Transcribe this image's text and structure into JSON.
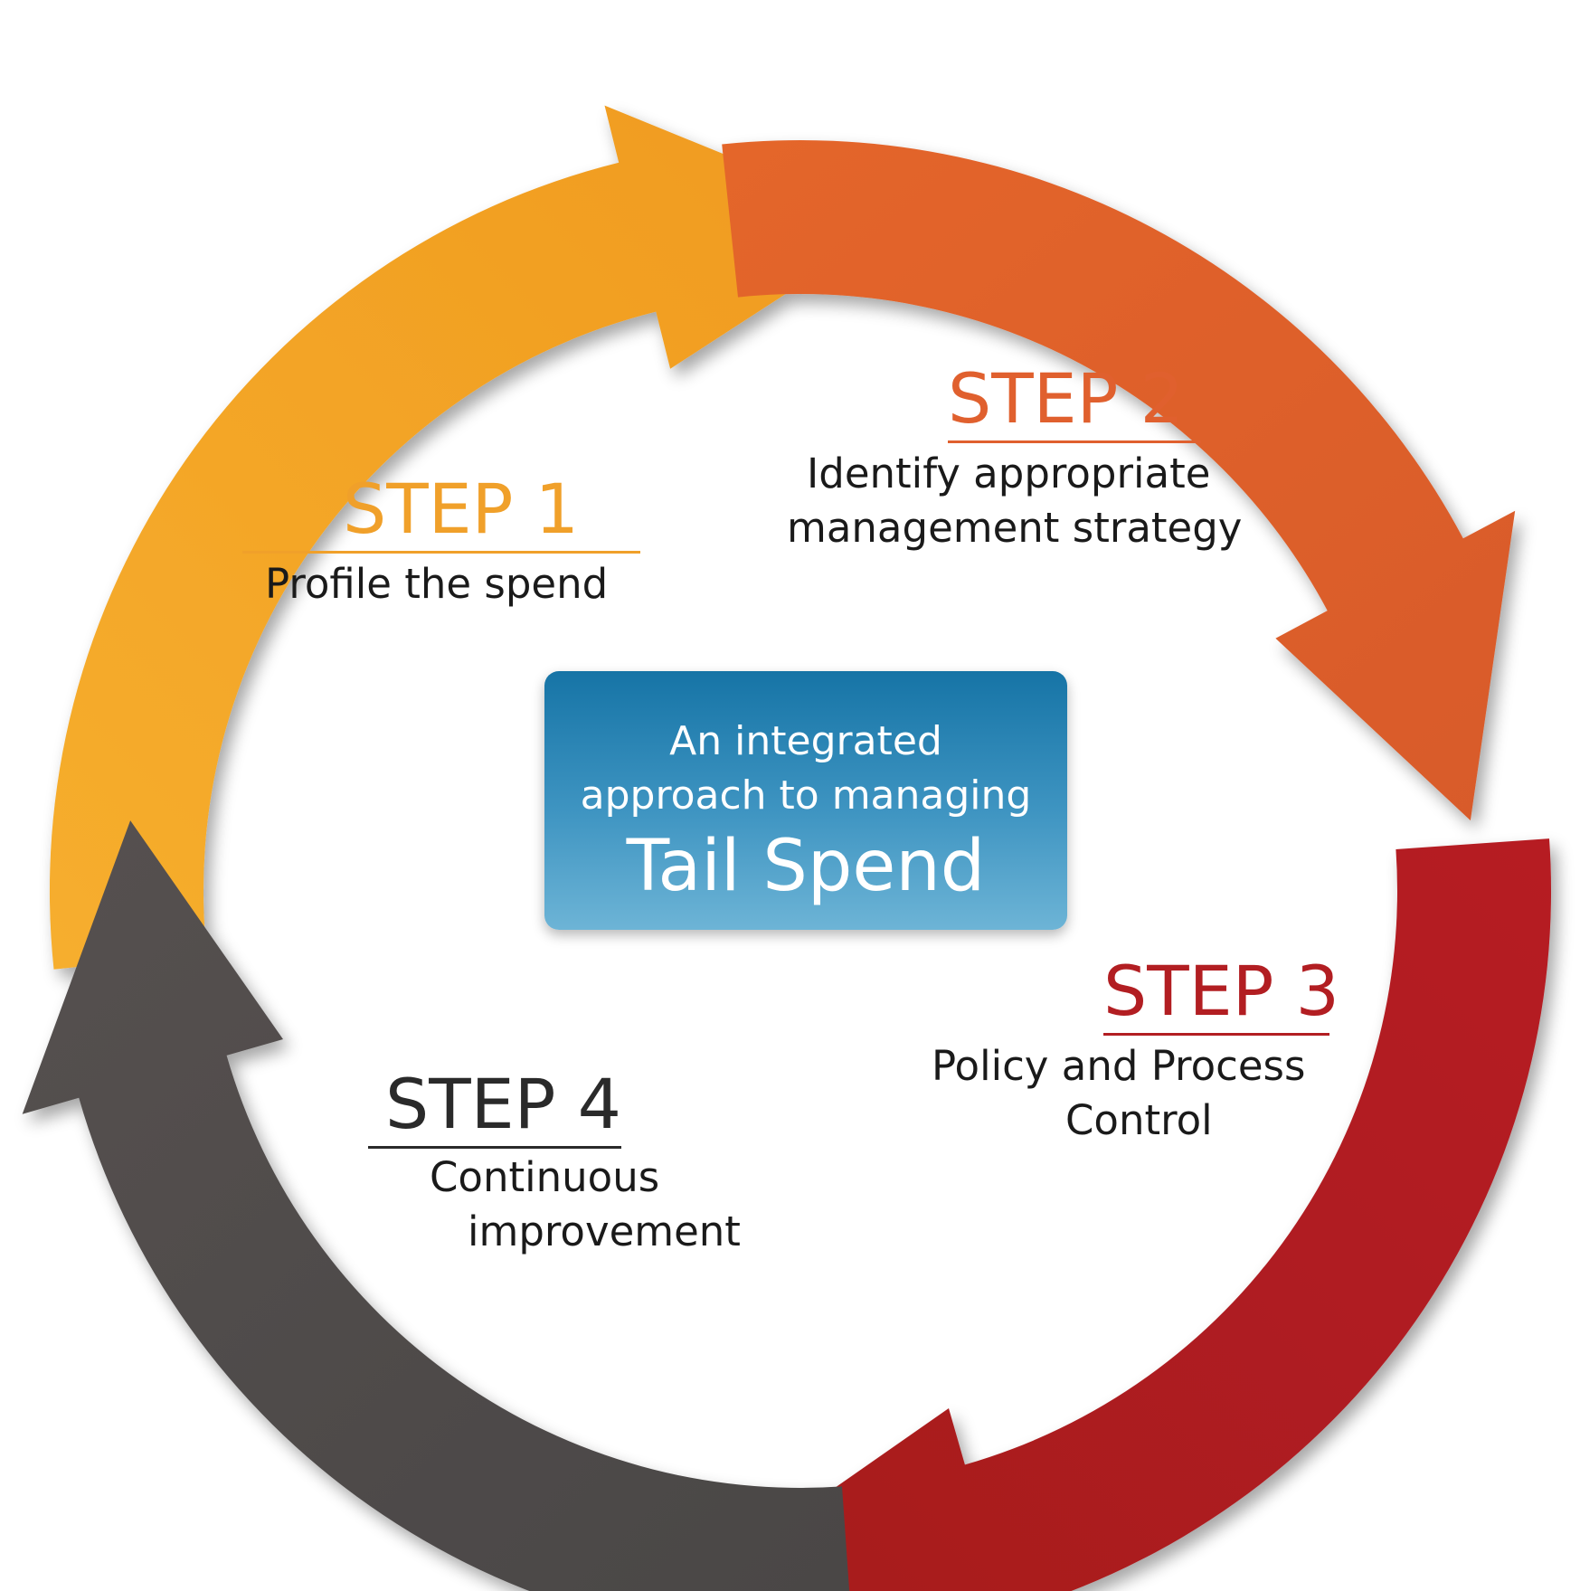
{
  "colors": {
    "step1": "#f4a22a",
    "step2": "#e0602e",
    "step3": "#b21e22",
    "step4": "#4e4a48",
    "center_top": "#1674a6",
    "center_bottom": "#6db4d6"
  },
  "steps": [
    {
      "title": "STEP 1",
      "lines": [
        "Profile the spend"
      ]
    },
    {
      "title": "STEP 2",
      "lines": [
        "Identify appropriate",
        "management strategy"
      ]
    },
    {
      "title": "STEP 3",
      "lines": [
        "Policy and Process",
        "Control"
      ]
    },
    {
      "title": "STEP 4",
      "lines": [
        "Continuous",
        "improvement"
      ]
    }
  ],
  "center": {
    "line1": "An integrated",
    "line2": "approach to managing",
    "line3": "Tail Spend"
  }
}
